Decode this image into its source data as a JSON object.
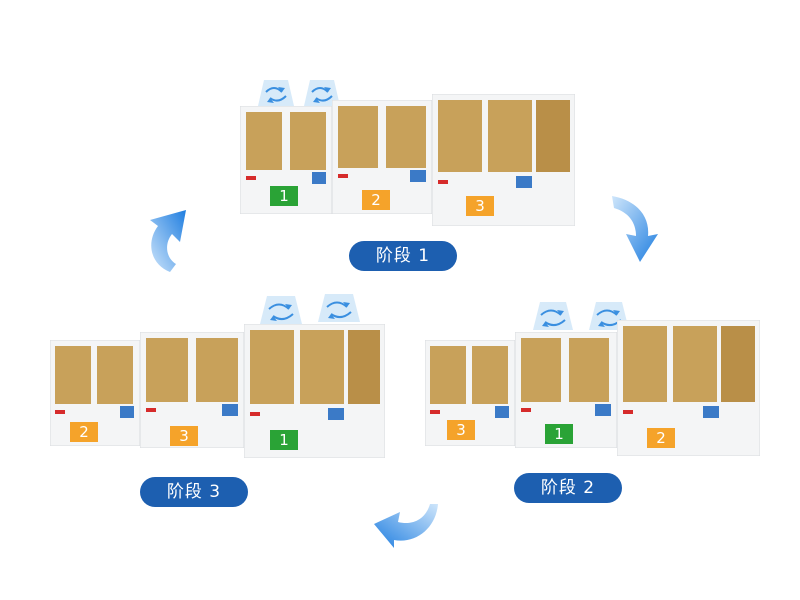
{
  "colors": {
    "pill": "#1d5fb0",
    "running": "#2aa336",
    "standby": "#f5a32a",
    "coil": "#c8a15a",
    "arrow": "#3a8fe0",
    "airflow": "#bcdcf6"
  },
  "stages": [
    {
      "label": "阶段 1",
      "running_fans": 2,
      "units": [
        {
          "number": "1",
          "state": "running"
        },
        {
          "number": "2",
          "state": "standby"
        },
        {
          "number": "3",
          "state": "standby"
        }
      ]
    },
    {
      "label": "阶段 2",
      "running_fans": 2,
      "units": [
        {
          "number": "3",
          "state": "standby"
        },
        {
          "number": "1",
          "state": "running"
        },
        {
          "number": "2",
          "state": "standby"
        }
      ]
    },
    {
      "label": "阶段 3",
      "running_fans": 2,
      "units": [
        {
          "number": "2",
          "state": "standby"
        },
        {
          "number": "3",
          "state": "standby"
        },
        {
          "number": "1",
          "state": "running"
        }
      ]
    }
  ]
}
